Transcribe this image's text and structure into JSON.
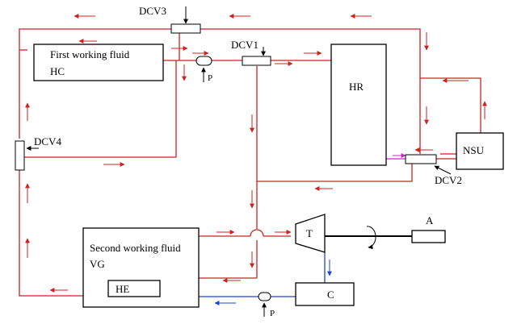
{
  "labels": {
    "dcv3": "DCV3",
    "dcv1": "DCV1",
    "dcv4": "DCV4",
    "dcv2": "DCV2",
    "hc_line1": "First working fluid",
    "hc_line2": "HC",
    "hr": "HR",
    "nsu": "NSU",
    "pump_top": "P",
    "pump_bottom": "P",
    "vg_line1": "Second working fluid",
    "vg_line2": "VG",
    "he": "HE",
    "turbine": "T",
    "compressor": "C",
    "a": "A"
  },
  "colors": {
    "red_line": "#cc2222",
    "blue_line": "#2244cc",
    "magenta_line": "#cc22cc",
    "black": "#000000"
  },
  "icons": [
    "arrow-icon",
    "pump-icon",
    "valve-icon",
    "rotation-arrow-icon"
  ]
}
